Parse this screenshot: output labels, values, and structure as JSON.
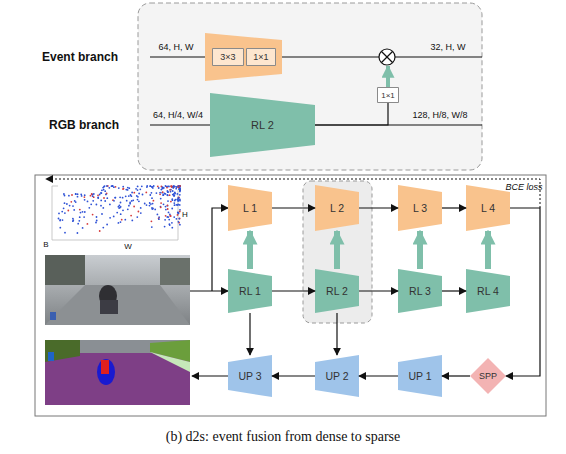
{
  "diagram": {
    "caption": "(b) d2s: event fusion from dense to sparse",
    "nodes": [
      {
        "text": [
          "3×3"
        ]
      },
      {
        "text": [
          "1×1"
        ]
      },
      {
        "text": [
          "RL 2"
        ]
      },
      {
        "text": [
          "1×1"
        ]
      },
      {
        "text": [
          "L 1"
        ]
      },
      {
        "text": [
          "L 2"
        ]
      },
      {
        "text": [
          "L 3"
        ]
      },
      {
        "text": [
          "L 4"
        ]
      },
      {
        "text": [
          "RL 1"
        ]
      },
      {
        "text": [
          "RL 2"
        ]
      },
      {
        "text": [
          "RL 3"
        ]
      },
      {
        "text": [
          "RL 4"
        ]
      },
      {
        "text": [
          "UP 3"
        ]
      },
      {
        "text": [
          "UP 2"
        ]
      },
      {
        "text": [
          "UP 1"
        ]
      },
      {
        "text": [
          "SPP"
        ]
      }
    ],
    "edges": [
      {
        "from": 2,
        "to": 3,
        "arrow": "none"
      },
      {
        "from": 4,
        "to": 5,
        "arrow": "to"
      },
      {
        "from": 5,
        "to": 6,
        "arrow": "to"
      },
      {
        "from": 6,
        "to": 7,
        "arrow": "to"
      },
      {
        "from": 8,
        "to": 4,
        "arrow": "to"
      },
      {
        "from": 9,
        "to": 5,
        "arrow": "to"
      },
      {
        "from": 10,
        "to": 6,
        "arrow": "to"
      },
      {
        "from": 11,
        "to": 7,
        "arrow": "to"
      },
      {
        "from": 8,
        "to": 9,
        "arrow": "to"
      },
      {
        "from": 9,
        "to": 10,
        "arrow": "to"
      },
      {
        "from": 10,
        "to": 11,
        "arrow": "to"
      },
      {
        "from": 8,
        "to": 12,
        "arrow": "to"
      },
      {
        "from": 9,
        "to": 13,
        "arrow": "to"
      },
      {
        "from": 7,
        "to": 15,
        "arrow": "to"
      },
      {
        "from": 15,
        "to": 14,
        "arrow": "to"
      },
      {
        "from": 14,
        "to": 13,
        "arrow": "to"
      },
      {
        "from": 13,
        "to": 12,
        "arrow": "to"
      }
    ],
    "labels": [
      "Event branch",
      "64, H, W",
      "32, H, W",
      "RGB branch",
      "64, H/4, W/4",
      "128, H/8, W/8",
      "BCE loss",
      "H",
      "B",
      "W"
    ]
  }
}
